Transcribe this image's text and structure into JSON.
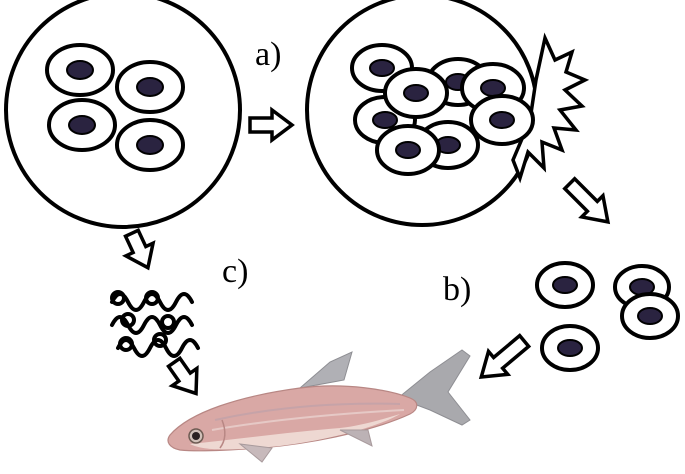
{
  "labels": {
    "a": "a)",
    "b": "b)",
    "c": "c)"
  },
  "colors": {
    "outline": "#000000",
    "nucleus": "#2a2340",
    "cell_fill": "#ffffff",
    "fish_body": "#d9a8a5",
    "fish_belly": "#eed8d2",
    "fish_fin": "#a9a9ad"
  },
  "icons": {
    "arrow": "hollow-arrow",
    "burst": "rupture-burst",
    "dna": "dna-strands",
    "fish": "zebrafish"
  }
}
